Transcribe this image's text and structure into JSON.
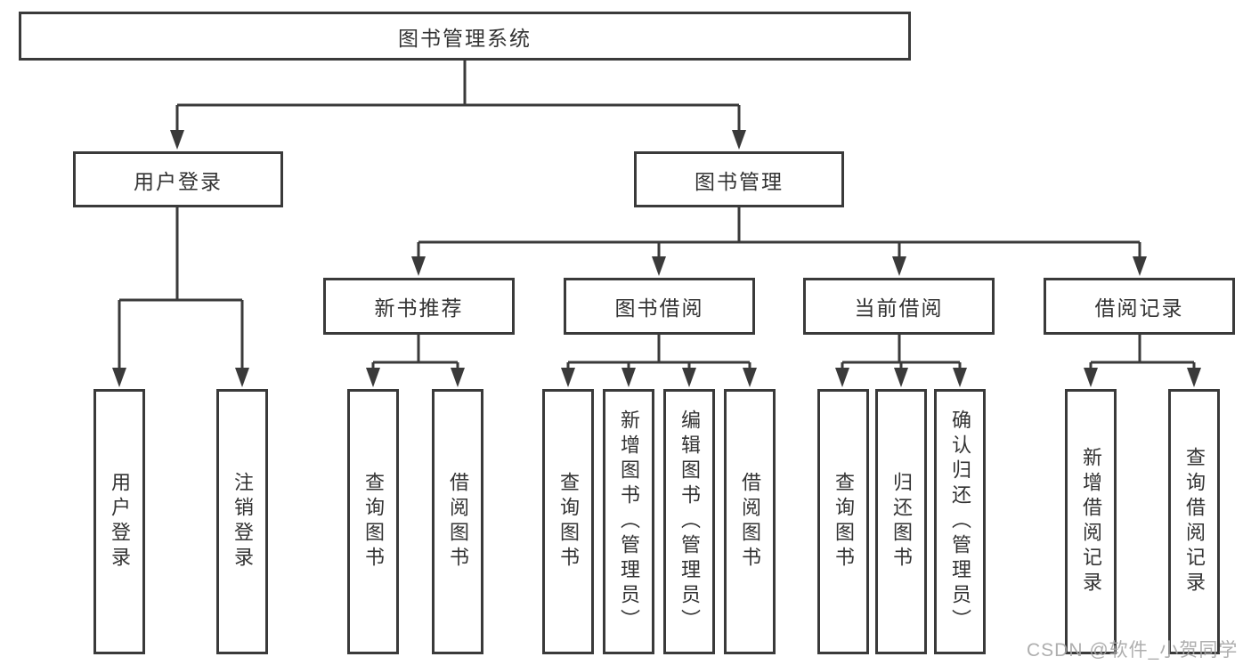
{
  "tree": {
    "label": "图书管理系统",
    "children": [
      {
        "label": "用户登录",
        "children": [
          {
            "label": "用户登录"
          },
          {
            "label": "注销登录"
          }
        ]
      },
      {
        "label": "图书管理",
        "children": [
          {
            "label": "新书推荐",
            "children": [
              {
                "label": "查询图书"
              },
              {
                "label": "借阅图书"
              }
            ]
          },
          {
            "label": "图书借阅",
            "children": [
              {
                "label": "查询图书"
              },
              {
                "label": "新增图书（管理员）"
              },
              {
                "label": "编辑图书（管理员）"
              },
              {
                "label": "借阅图书"
              }
            ]
          },
          {
            "label": "当前借阅",
            "children": [
              {
                "label": "查询图书"
              },
              {
                "label": "归还图书"
              },
              {
                "label": "确认归还（管理员）"
              }
            ]
          },
          {
            "label": "借阅记录",
            "children": [
              {
                "label": "新增借阅记录"
              },
              {
                "label": "查询借阅记录"
              }
            ]
          }
        ]
      }
    ]
  },
  "watermark": {
    "text": "CSDN @软件_小贺同学"
  },
  "colors": {
    "line": "#3a3a3a",
    "box_border": "#3a3a3a",
    "text": "#333333",
    "watermark": "#b2b2b2"
  }
}
